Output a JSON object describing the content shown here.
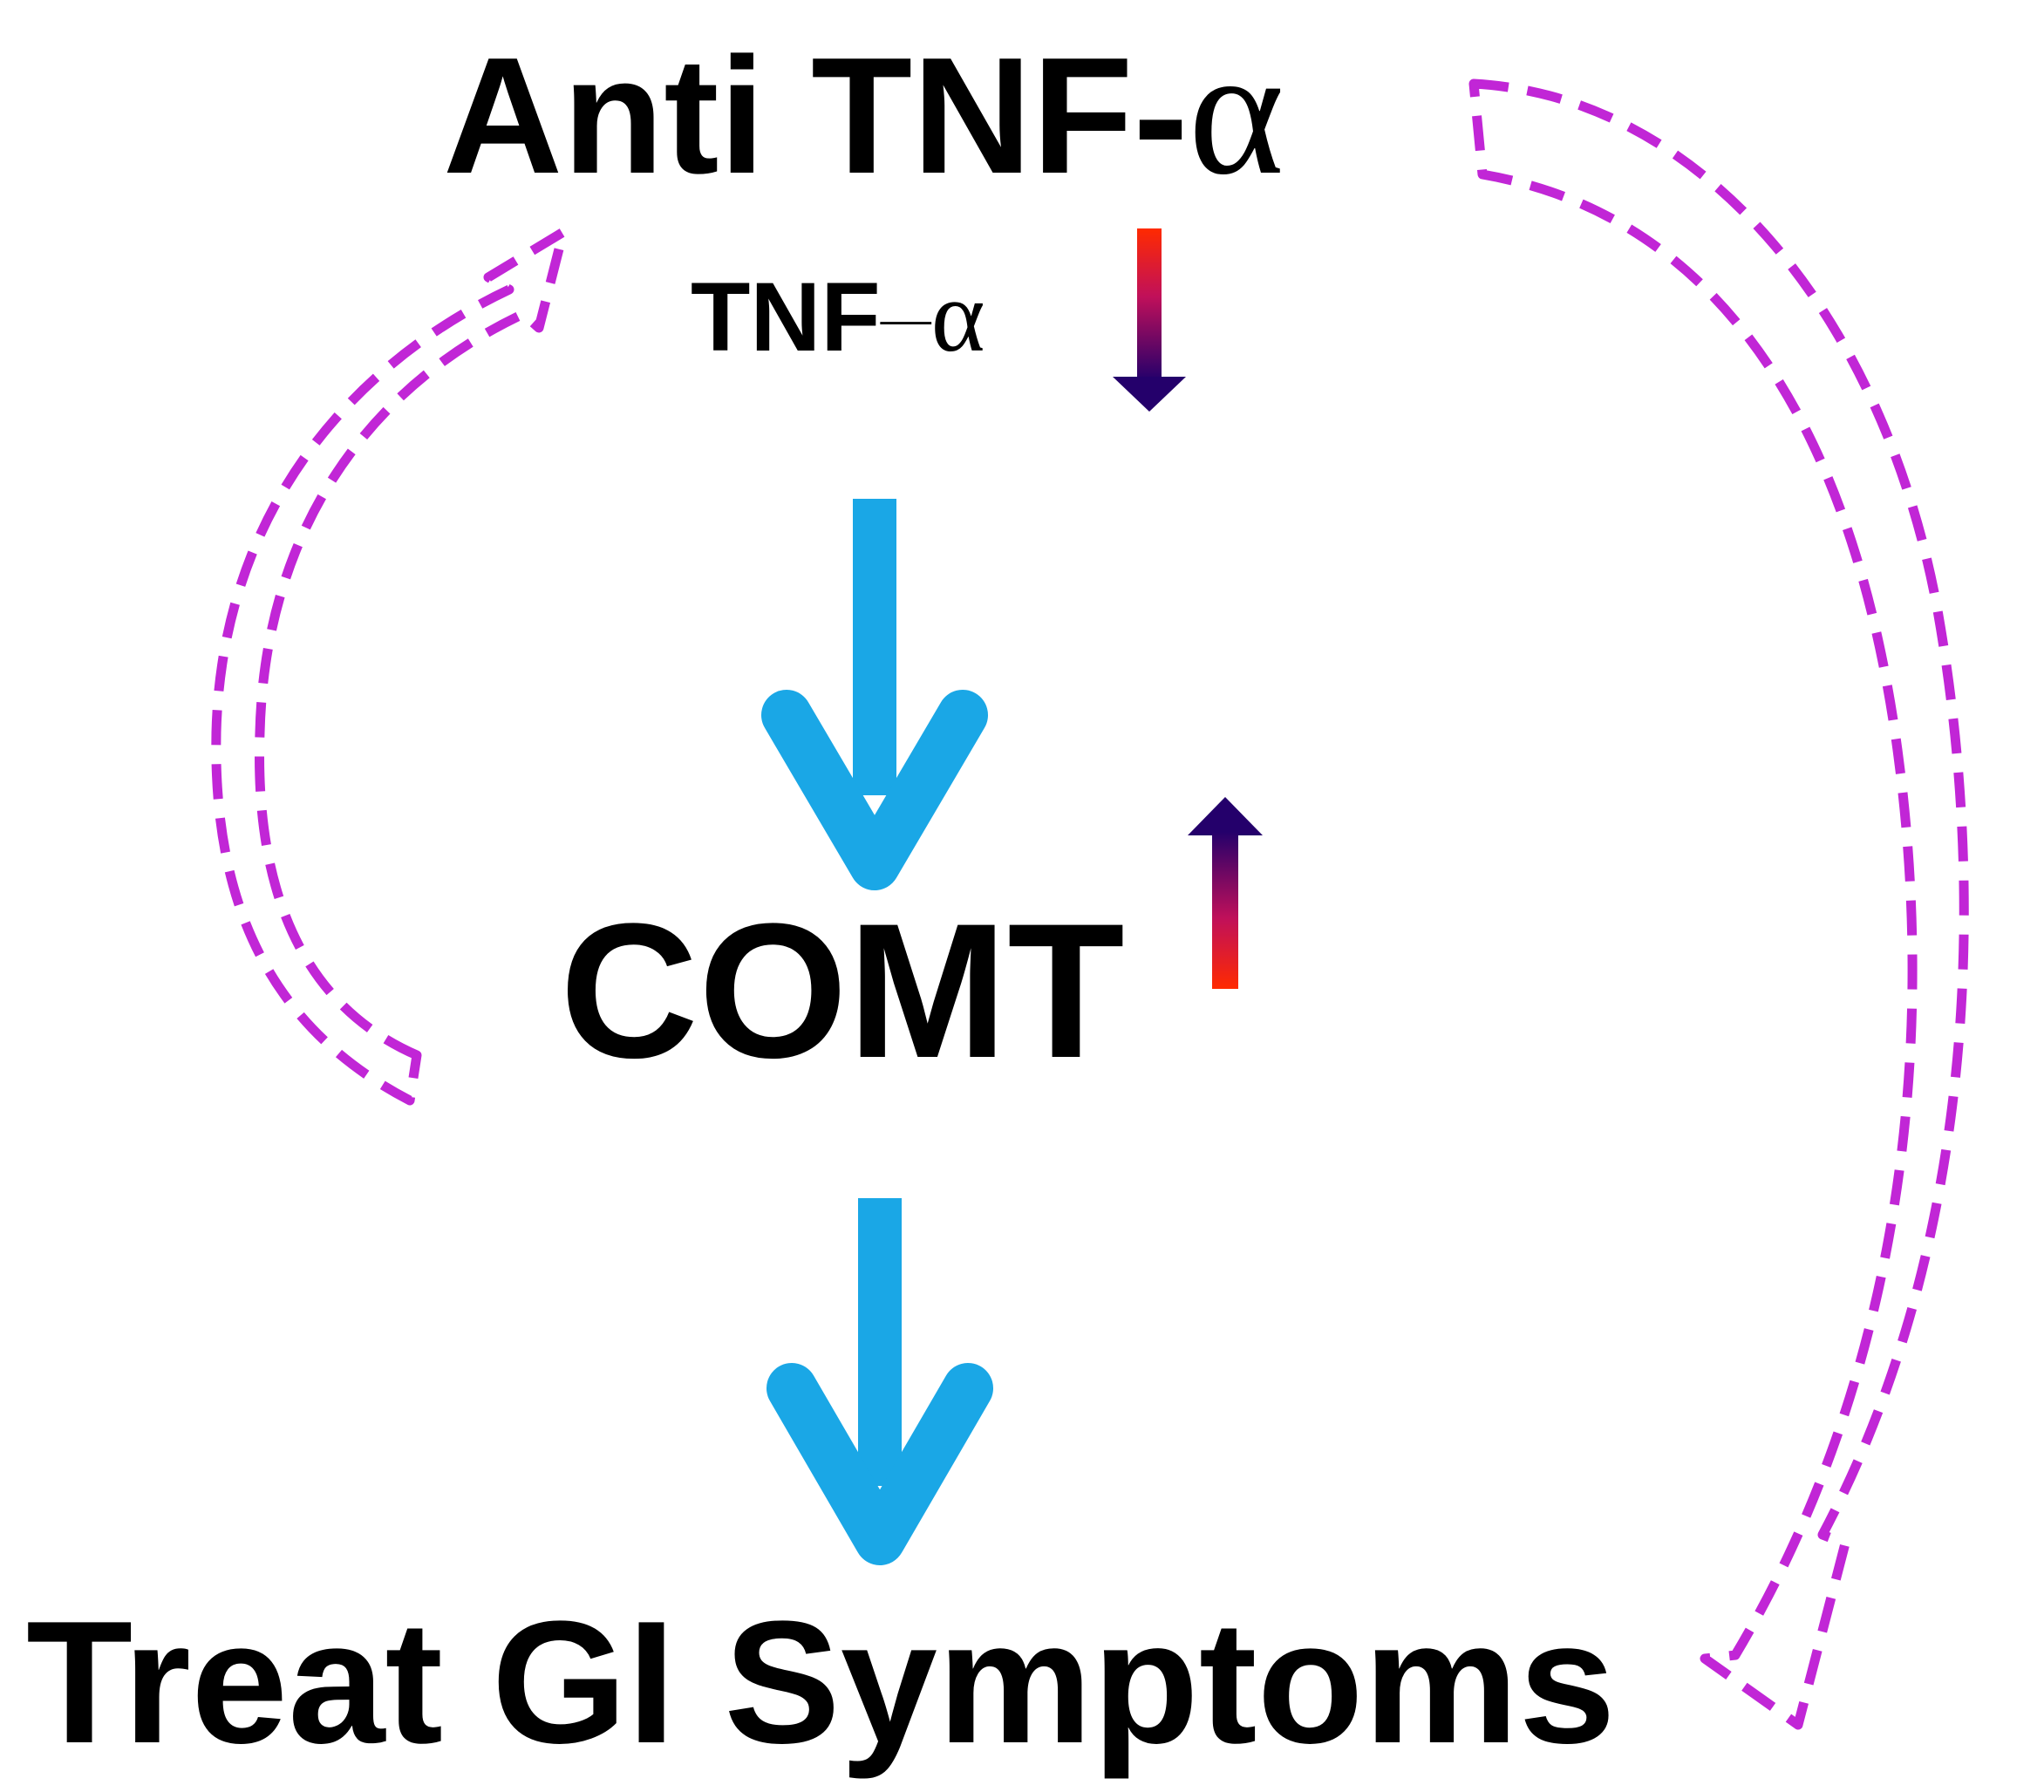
{
  "diagram": {
    "nodes": {
      "anti_tnf": {
        "prefix": "Anti TNF-",
        "greek": "α"
      },
      "tnf": {
        "prefix": "TNF",
        "dash": "—",
        "greek": "α"
      },
      "comt": {
        "label": "COMT"
      },
      "treat": {
        "label": "Treat GI Symptoms"
      }
    },
    "edges": [
      {
        "from": "anti_tnf",
        "to": "comt",
        "style": "solid-blue-arrow"
      },
      {
        "from": "comt",
        "to": "treat",
        "style": "solid-blue-arrow"
      },
      {
        "from": "comt",
        "to": "tnf",
        "style": "dashed-magenta-hollow-arrow"
      },
      {
        "from": "anti_tnf",
        "to": "treat",
        "style": "dashed-magenta-hollow-arrow"
      }
    ],
    "indicators": [
      {
        "target": "tnf",
        "direction": "down",
        "meaning": "decrease"
      },
      {
        "target": "comt",
        "direction": "up",
        "meaning": "increase"
      }
    ],
    "colors": {
      "flow_arrow": "#1aa7e6",
      "feedback_arrow": "#c126d6",
      "indicator_top": "#ff2a00",
      "indicator_bottom": "#24006b",
      "text": "#000000"
    }
  }
}
